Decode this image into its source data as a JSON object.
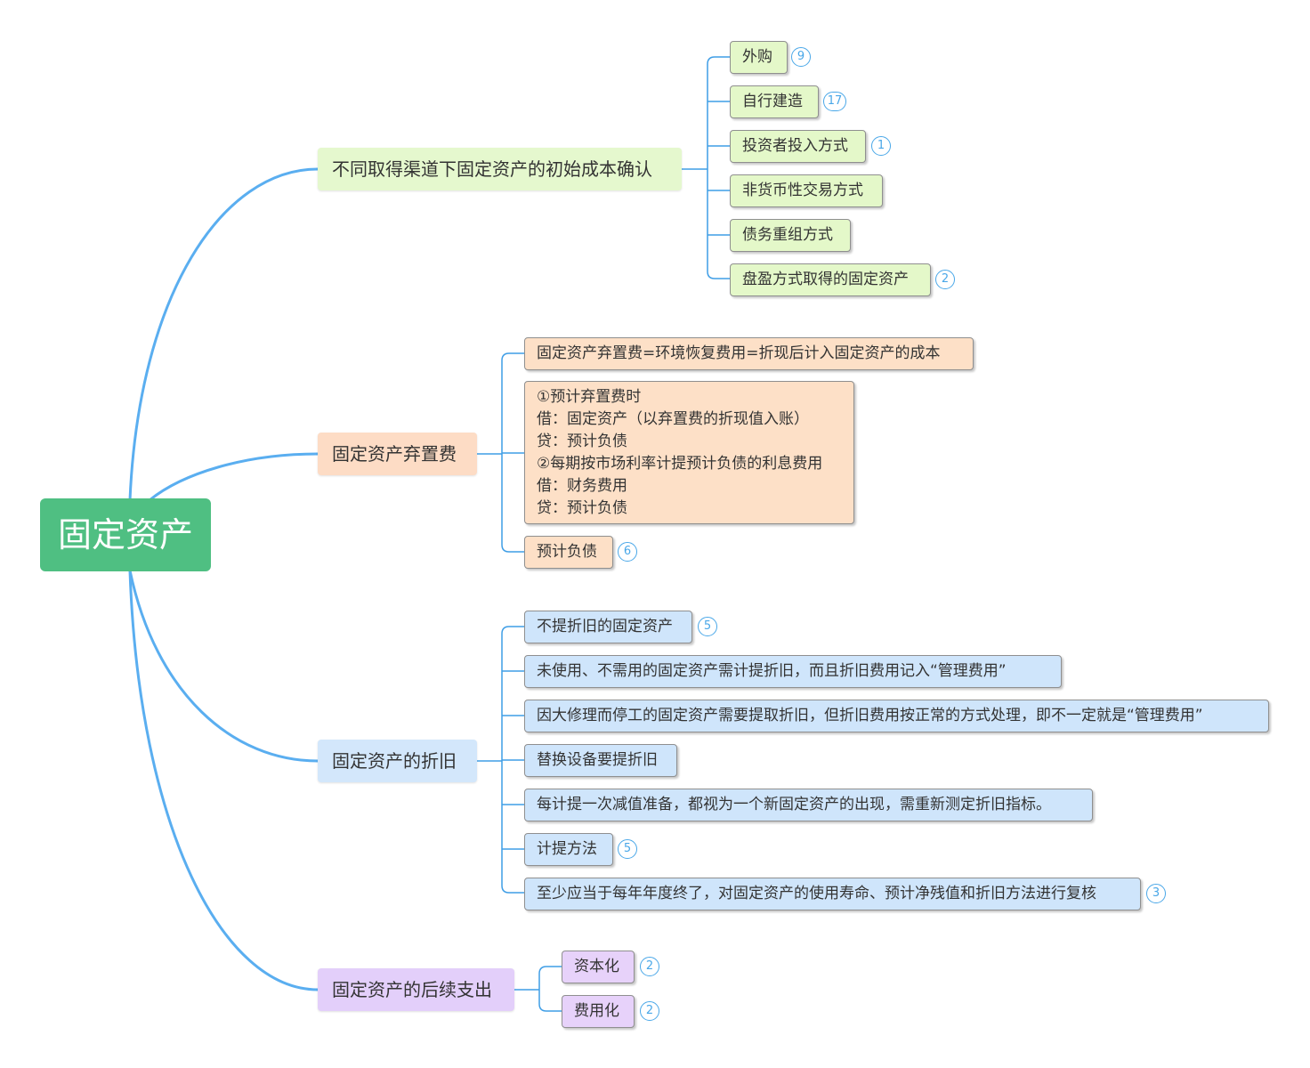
{
  "root": {
    "label": "固定资产"
  },
  "branches": [
    {
      "label": "不同取得渠道下固定资产的初始成本确认",
      "color": "#e5f8ce",
      "children": [
        {
          "label": "外购",
          "badge": "9"
        },
        {
          "label": "自行建造",
          "badge": "17"
        },
        {
          "label": "投资者投入方式",
          "badge": "1"
        },
        {
          "label": "非货币性交易方式"
        },
        {
          "label": "债务重组方式"
        },
        {
          "label": "盘盈方式取得的固定资产",
          "badge": "2"
        }
      ]
    },
    {
      "label": "固定资产弃置费",
      "color": "#fddcc5",
      "children": [
        {
          "label": "固定资产弃置费=环境恢复费用=折现后计入固定资产的成本"
        },
        {
          "lines": [
            "①预计弃置费时",
            "借：固定资产（以弃置费的折现值入账）",
            "贷：预计负债",
            "②每期按市场利率计提预计负债的利息费用",
            "借：财务费用",
            "贷：预计负债"
          ]
        },
        {
          "label": "预计负债",
          "badge": "6"
        }
      ]
    },
    {
      "label": "固定资产的折旧",
      "color": "#d3e7fb",
      "children": [
        {
          "label": "不提折旧的固定资产",
          "badge": "5"
        },
        {
          "label": "未使用、不需用的固定资产需计提折旧，而且折旧费用记入“管理费用”"
        },
        {
          "label": "因大修理而停工的固定资产需要提取折旧，但折旧费用按正常的方式处理，即不一定就是“管理费用”"
        },
        {
          "label": "替换设备要提折旧"
        },
        {
          "label": "每计提一次减值准备，都视为一个新固定资产的出现，需重新测定折旧指标。"
        },
        {
          "label": "计提方法",
          "badge": "5"
        },
        {
          "label": "至少应当于每年年度终了，对固定资产的使用寿命、预计净残值和折旧方法进行复核",
          "badge": "3"
        }
      ]
    },
    {
      "label": "固定资产的后续支出",
      "color": "#e3cffa",
      "children": [
        {
          "label": "资本化",
          "badge": "2"
        },
        {
          "label": "费用化",
          "badge": "2"
        }
      ]
    }
  ],
  "colors": {
    "root": "#4fbf82",
    "main_link": "#5aaef0",
    "sub_link": "#3f9ee6",
    "badge": "#49a7e8"
  }
}
